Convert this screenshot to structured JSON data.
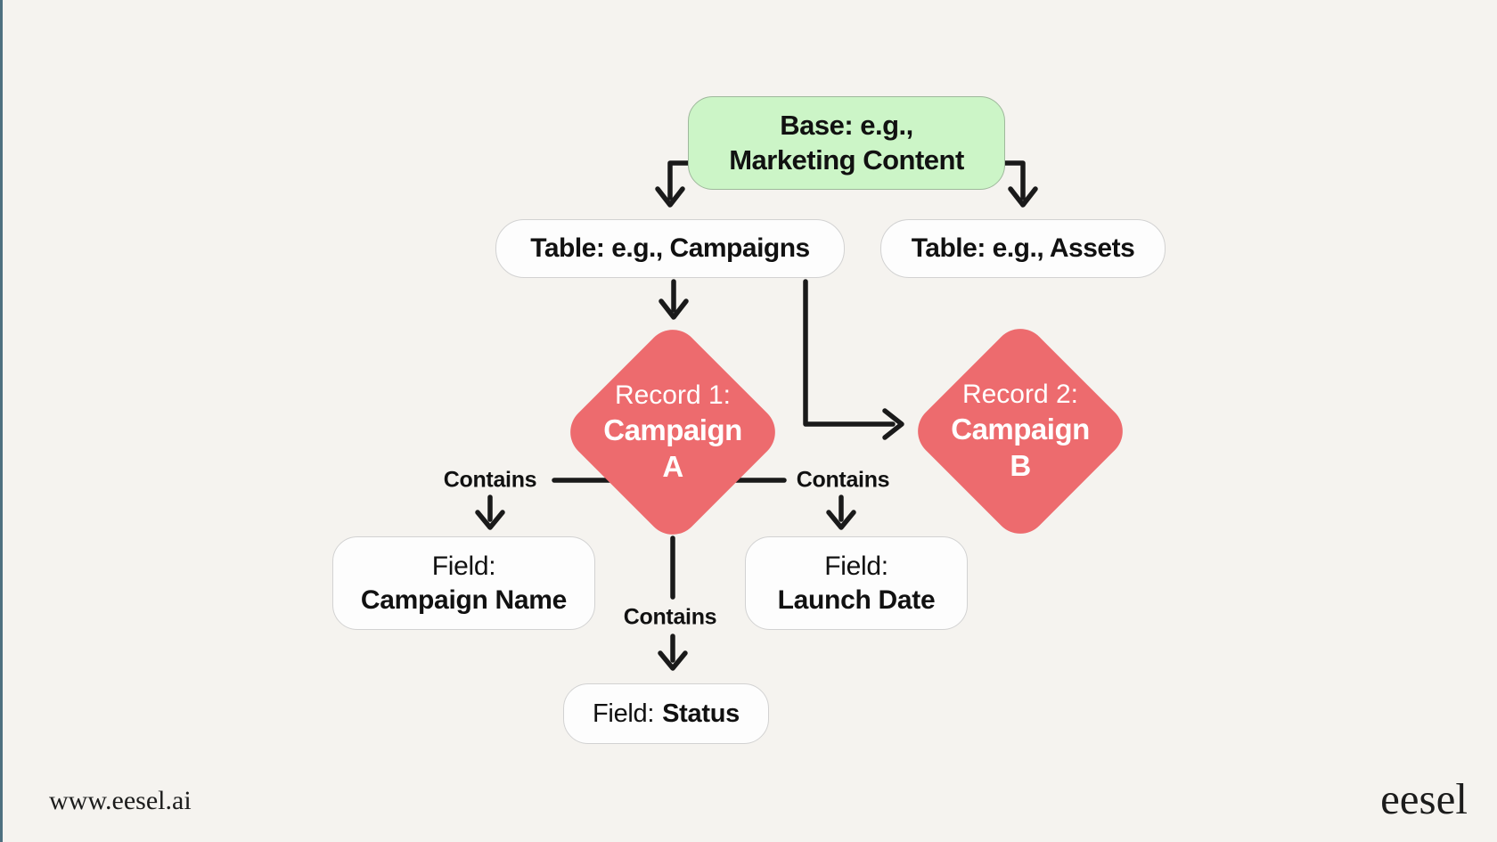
{
  "canvas": {
    "bg": "#f5f3ef",
    "edge_color": "#1a1a1a",
    "accent_bar_color": "#4e7080"
  },
  "base_node": {
    "line1": "Base: e.g.,",
    "line2": "Marketing Content",
    "fill": "#ccf5c7"
  },
  "table_nodes": [
    {
      "label": "Table: e.g., Campaigns"
    },
    {
      "label": "Table: e.g., Assets"
    }
  ],
  "record_nodes": [
    {
      "title": "Record 1:",
      "name": "Campaign A",
      "fill": "#ed6b6e"
    },
    {
      "title": "Record 2:",
      "name": "Campaign B",
      "fill": "#ed6b6e"
    }
  ],
  "field_nodes": [
    {
      "prefix": "Field:",
      "name": "Campaign Name"
    },
    {
      "prefix": "Field:",
      "name": "Launch Date"
    },
    {
      "prefix": "Field:",
      "name": "Status"
    }
  ],
  "edge_labels": [
    {
      "text": "Contains"
    },
    {
      "text": "Contains"
    },
    {
      "text": "Contains"
    }
  ],
  "footer": {
    "website": "www.eesel.ai",
    "logo": "eesel"
  }
}
